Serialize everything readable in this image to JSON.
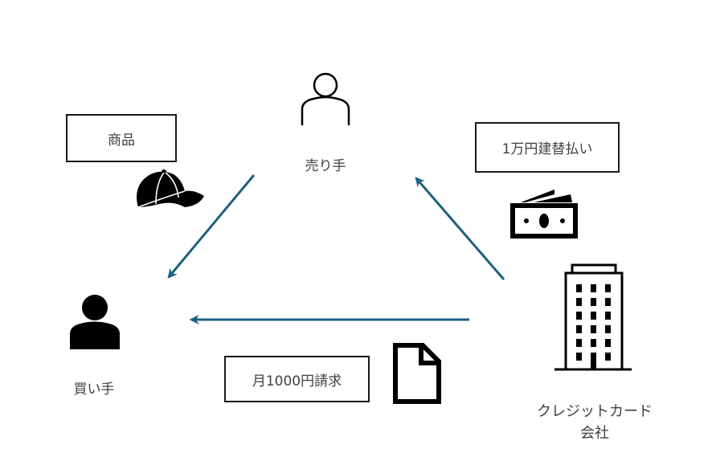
{
  "diagram": {
    "nodes": {
      "seller": {
        "label": "売り手",
        "icon": "person-outline-icon"
      },
      "buyer": {
        "label": "買い手",
        "icon": "person-filled-icon"
      },
      "card_company": {
        "label_line1": "クレジットカード",
        "label_line2": "会社",
        "icon": "office-building-icon"
      }
    },
    "edges": [
      {
        "from": "seller",
        "to": "buyer",
        "label": "商品",
        "icon": "cap-icon"
      },
      {
        "from": "card_company",
        "to": "seller",
        "label": "1万円建替払い",
        "icon": "money-icon"
      },
      {
        "from": "card_company",
        "to": "buyer",
        "label": "月1000円請求",
        "icon": "document-icon"
      }
    ],
    "colors": {
      "arrow": "#1f5f80",
      "icon": "#000000",
      "text": "#404040",
      "box_border": "#1a1a1a"
    }
  }
}
